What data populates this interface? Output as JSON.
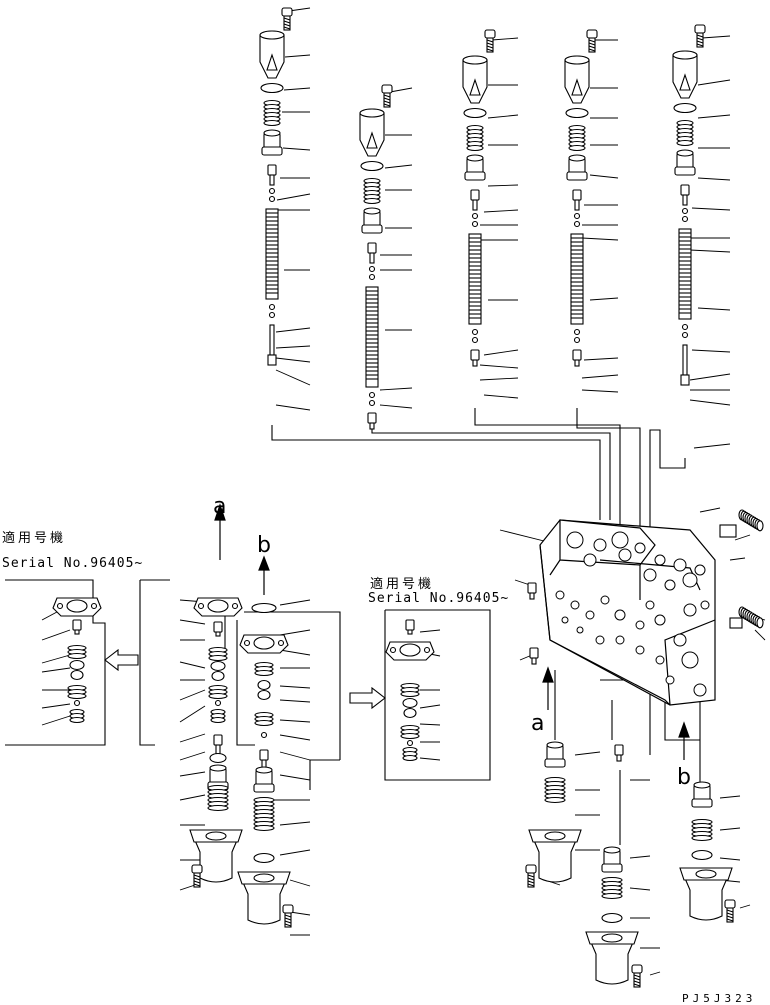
{
  "notes": {
    "applicable_models_jp": "適用号機",
    "serial": "Serial No.96405~"
  },
  "labels": {
    "a": "a",
    "b": "b"
  },
  "drawing_code": "PJ5J323",
  "icons": {
    "arrow": "arrow-icon",
    "hollow_arrow": "hollow-arrow-icon"
  }
}
